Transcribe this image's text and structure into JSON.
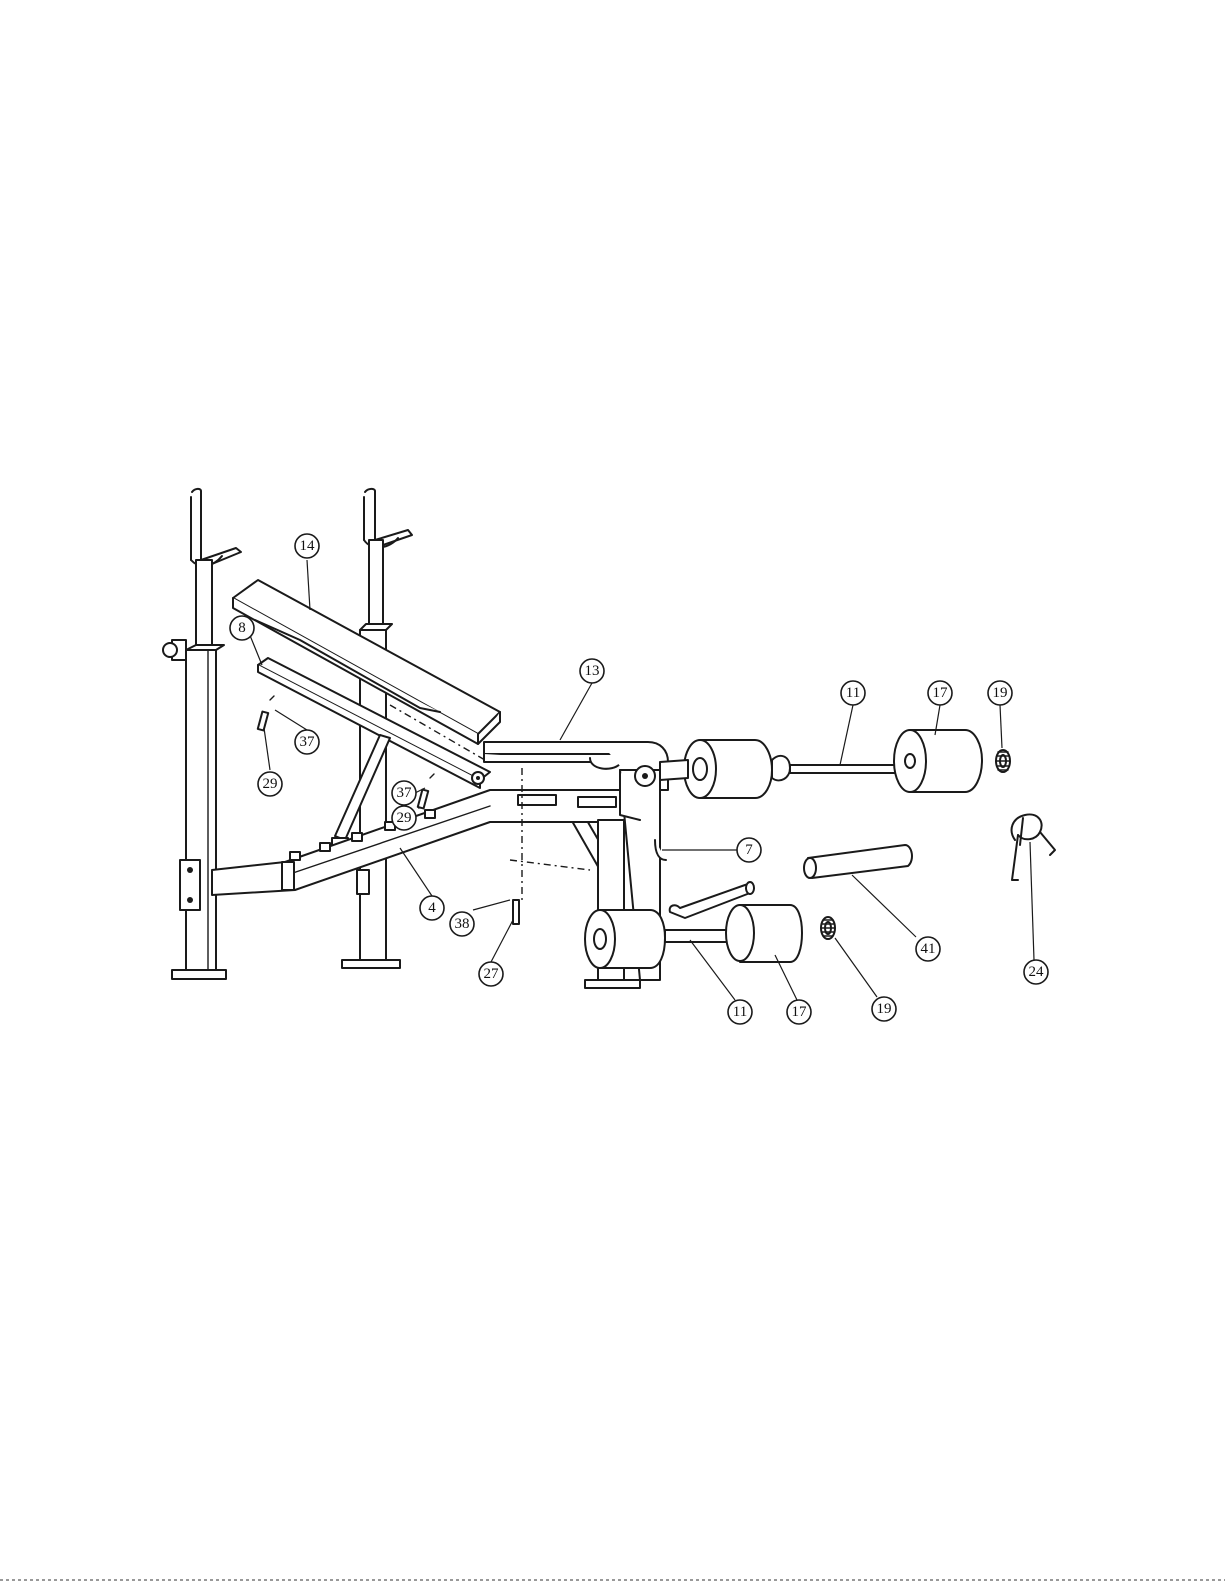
{
  "diagram": {
    "callouts": [
      {
        "id": "c14a",
        "label": "14"
      },
      {
        "id": "c8",
        "label": "8"
      },
      {
        "id": "c37a",
        "label": "37"
      },
      {
        "id": "c29a",
        "label": "29"
      },
      {
        "id": "c37b",
        "label": "37"
      },
      {
        "id": "c29b",
        "label": "29"
      },
      {
        "id": "c4",
        "label": "4"
      },
      {
        "id": "c38",
        "label": "38"
      },
      {
        "id": "c27",
        "label": "27"
      },
      {
        "id": "c13",
        "label": "13"
      },
      {
        "id": "c11a",
        "label": "11"
      },
      {
        "id": "c17a",
        "label": "17"
      },
      {
        "id": "c19a",
        "label": "19"
      },
      {
        "id": "c7",
        "label": "7"
      },
      {
        "id": "c41",
        "label": "41"
      },
      {
        "id": "c24",
        "label": "24"
      },
      {
        "id": "c11b",
        "label": "11"
      },
      {
        "id": "c17b",
        "label": "17"
      },
      {
        "id": "c19b",
        "label": "19"
      }
    ]
  }
}
